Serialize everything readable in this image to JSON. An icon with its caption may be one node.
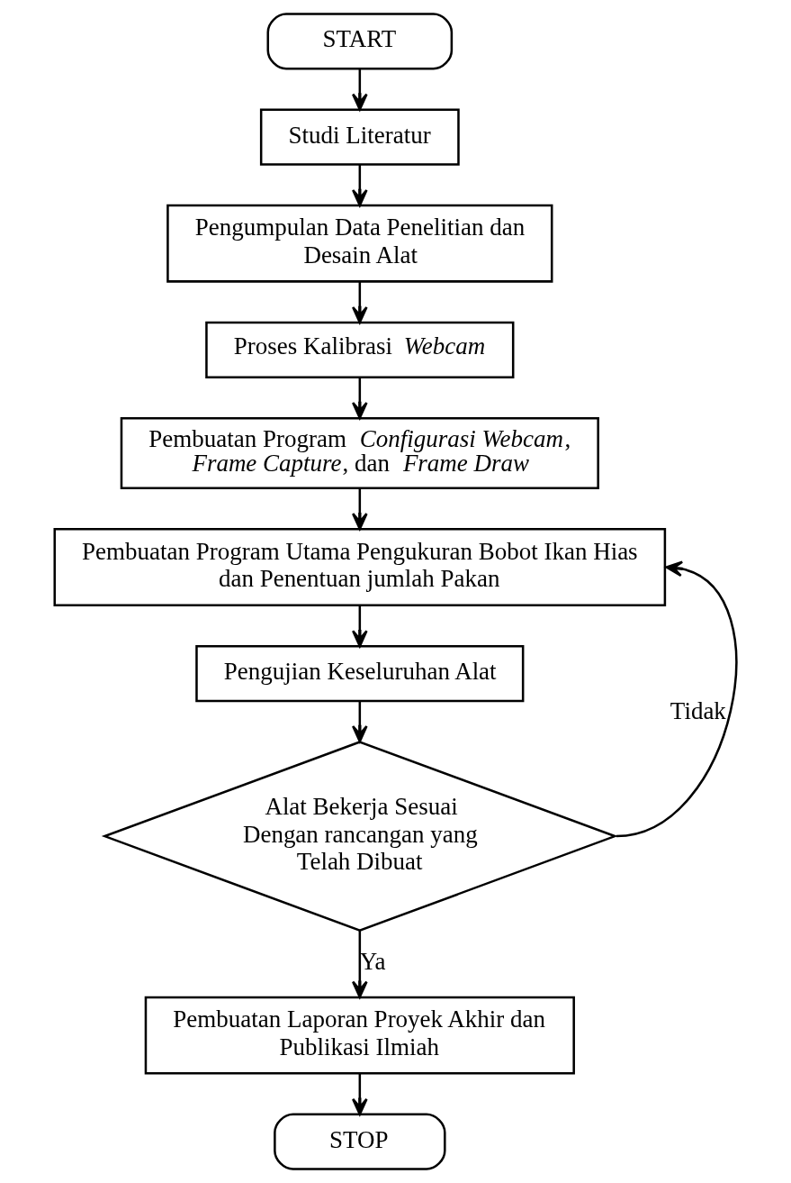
{
  "diagram": {
    "nodes": [
      {
        "text": [
          "START"
        ]
      },
      {
        "text": [
          "Studi Literatur"
        ]
      },
      {
        "text": [
          "Pengumpulan Data Penelitian dan Desain Alat"
        ]
      },
      {
        "text": [
          "Proses Kalibrasi *Webcam*"
        ]
      },
      {
        "text": [
          "Pembuatan Program *Configurasi Webcam*, *Frame Capture*, dan *Frame Draw*"
        ]
      },
      {
        "text": [
          "Pembuatan Program Utama Pengukuran Bobot Ikan Hias dan Penentuan jumlah Pakan"
        ]
      },
      {
        "text": [
          "Pengujian Keseluruhan Alat"
        ]
      },
      {
        "text": [
          "Alat Bekerja Sesuai Dengan rancangan yang Telah Dibuat"
        ]
      },
      {
        "text": [
          "Pembuatan Laporan Proyek Akhir dan Publikasi Ilmiah"
        ]
      },
      {
        "text": [
          "STOP"
        ]
      }
    ],
    "edges": [
      {
        "from": 0,
        "to": 1,
        "arrow": "to"
      },
      {
        "from": 1,
        "to": 2,
        "arrow": "to"
      },
      {
        "from": 2,
        "to": 3,
        "arrow": "to"
      },
      {
        "from": 3,
        "to": 4,
        "arrow": "to"
      },
      {
        "from": 4,
        "to": 5,
        "arrow": "to"
      },
      {
        "from": 5,
        "to": 6,
        "arrow": "to"
      },
      {
        "from": 6,
        "to": 7,
        "arrow": "to"
      },
      {
        "from": 7,
        "to": 5,
        "arrow": "to",
        "label": "Tidak"
      },
      {
        "from": 7,
        "to": 8,
        "arrow": "to",
        "label": "Ya"
      },
      {
        "from": 8,
        "to": 9,
        "arrow": "to"
      }
    ]
  }
}
